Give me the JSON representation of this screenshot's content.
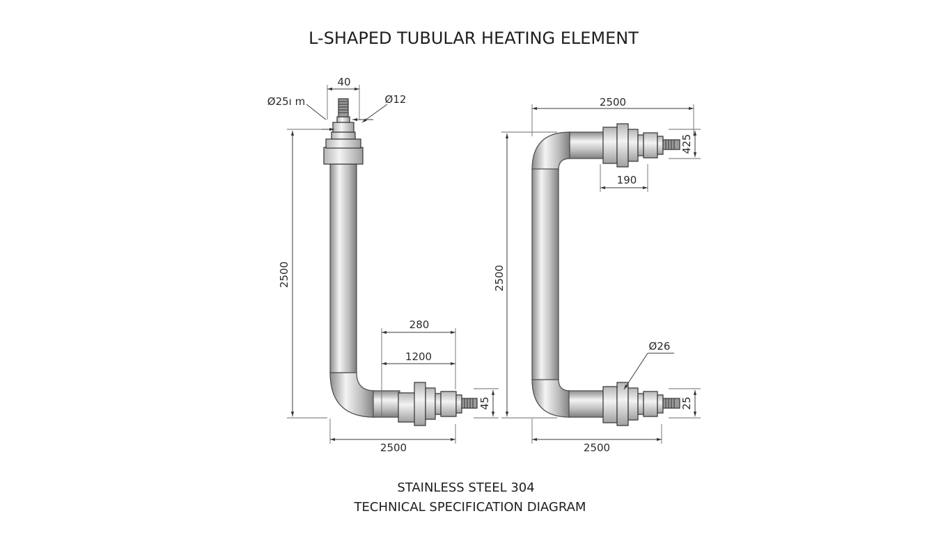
{
  "title": "L-SHAPED TUBULAR HEATING ELEMENT",
  "footer": {
    "line1": "STAINLESS STEEL 304",
    "line2": "TECHNICAL SPECIFICATION DIAGRAM"
  },
  "left_view": {
    "dim_top_width": "40",
    "dim_thread_dia": "Ø25ı m",
    "dim_tube_dia": "Ø12",
    "dim_height": "2500",
    "dim_280": "280",
    "dim_1200": "1200",
    "dim_45": "45",
    "dim_bottom_width": "2500"
  },
  "right_view": {
    "dim_top_width": "2500",
    "dim_425": "425",
    "dim_190": "190",
    "dim_height": "2500",
    "dim_dia": "Ø26",
    "dim_25": "25",
    "dim_bottom_width": "2500"
  },
  "colors": {
    "tube_light": "#f2f2f2",
    "tube_mid": "#c4c4c4",
    "tube_dark": "#8a8a8a",
    "outline": "#3a3a3a"
  }
}
